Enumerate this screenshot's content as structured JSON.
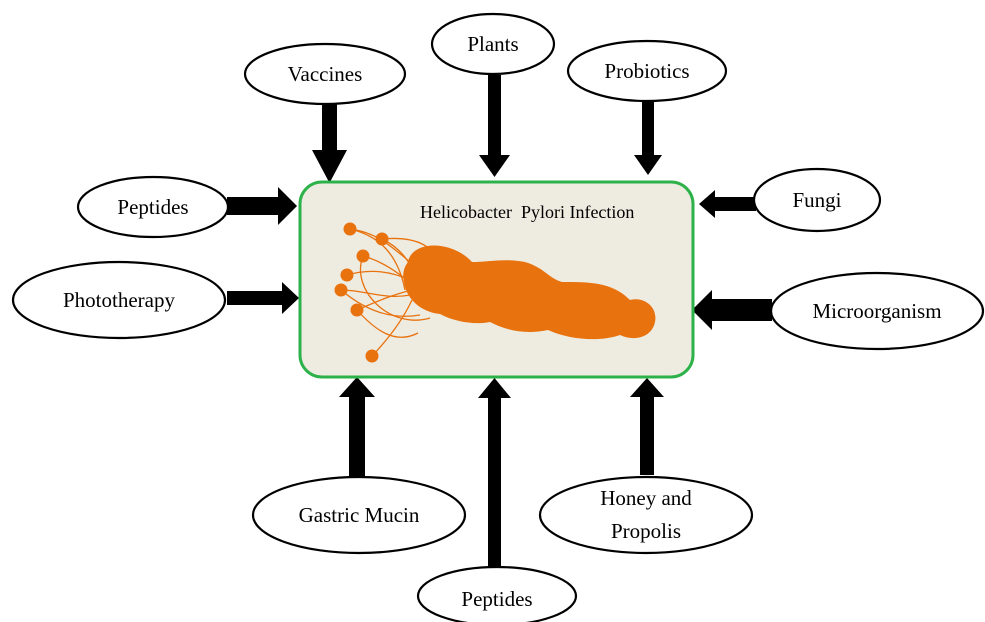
{
  "center": {
    "title": "Helicobacter  Pylori Infection",
    "fill_color": "#eeebe1",
    "border_color": "#2db24a",
    "bacterium_color": "#e8720e"
  },
  "nodes": {
    "vaccines": "Vaccines",
    "plants": "Plants",
    "probiotics": "Probiotics",
    "peptides_left": "Peptides",
    "fungi": "Fungi",
    "phototherapy": "Phototherapy",
    "microorganism": "Microorganism",
    "gastric_mucin": "Gastric Mucin",
    "honey_line1": "Honey and",
    "honey_line2": "Propolis",
    "peptides_bottom": "Peptides"
  }
}
